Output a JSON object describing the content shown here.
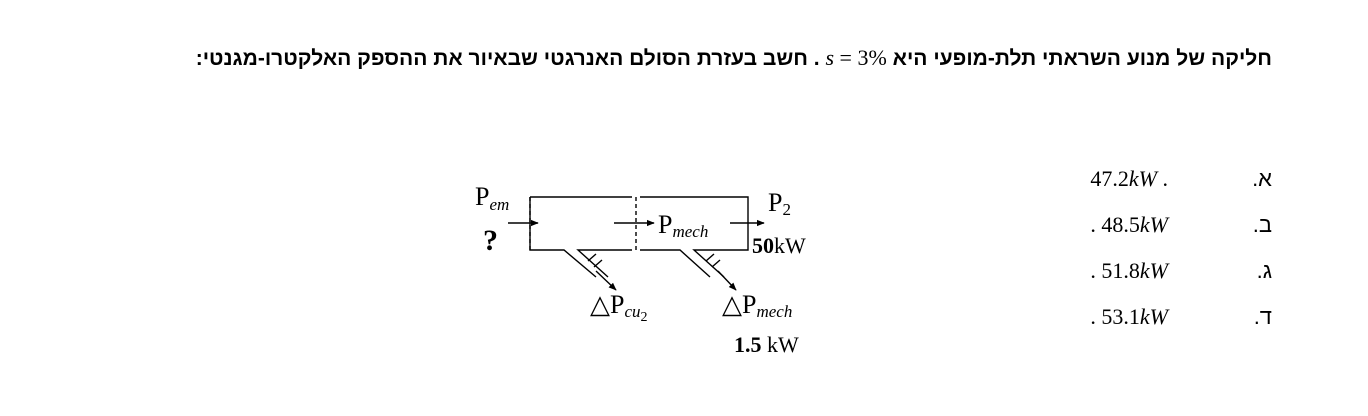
{
  "question": {
    "text_before": "חליקה של מנוע השראתי תלת-מופעי היא",
    "slip_var": "s",
    "slip_eq": " = ",
    "slip_value": "3%",
    "text_after": ". חשב בעזרת הסולם האנרגטי שבאיור את ההספק האלקטרו-מגנטי:"
  },
  "options": [
    {
      "letter": "א.",
      "value": "47.2",
      "unit": "kW",
      "dot": " ."
    },
    {
      "letter": "ב.",
      "value": "48.5",
      "unit": "kW",
      "dot": ""
    },
    {
      "letter": "ג.",
      "value": "51.8",
      "unit": "kW",
      "dot": ""
    },
    {
      "letter": "ד.",
      "value": "53.1",
      "unit": "kW",
      "dot": ""
    }
  ],
  "options_prefix": ". ",
  "diagram": {
    "pem_main": "P",
    "pem_sub": "em",
    "pem_value": "?",
    "pmech_main": "P",
    "pmech_sub": "mech",
    "p2_main": "P",
    "p2_sub": "2",
    "p2_value_num": "50",
    "p2_value_unit": "kW",
    "loss1_main": "△P",
    "loss1_sub": "cu",
    "loss1_subsub": "2",
    "loss2_main": "△P",
    "loss2_sub": "mech",
    "loss2_value_num": "1.5",
    "loss2_value_unit": " kW"
  }
}
